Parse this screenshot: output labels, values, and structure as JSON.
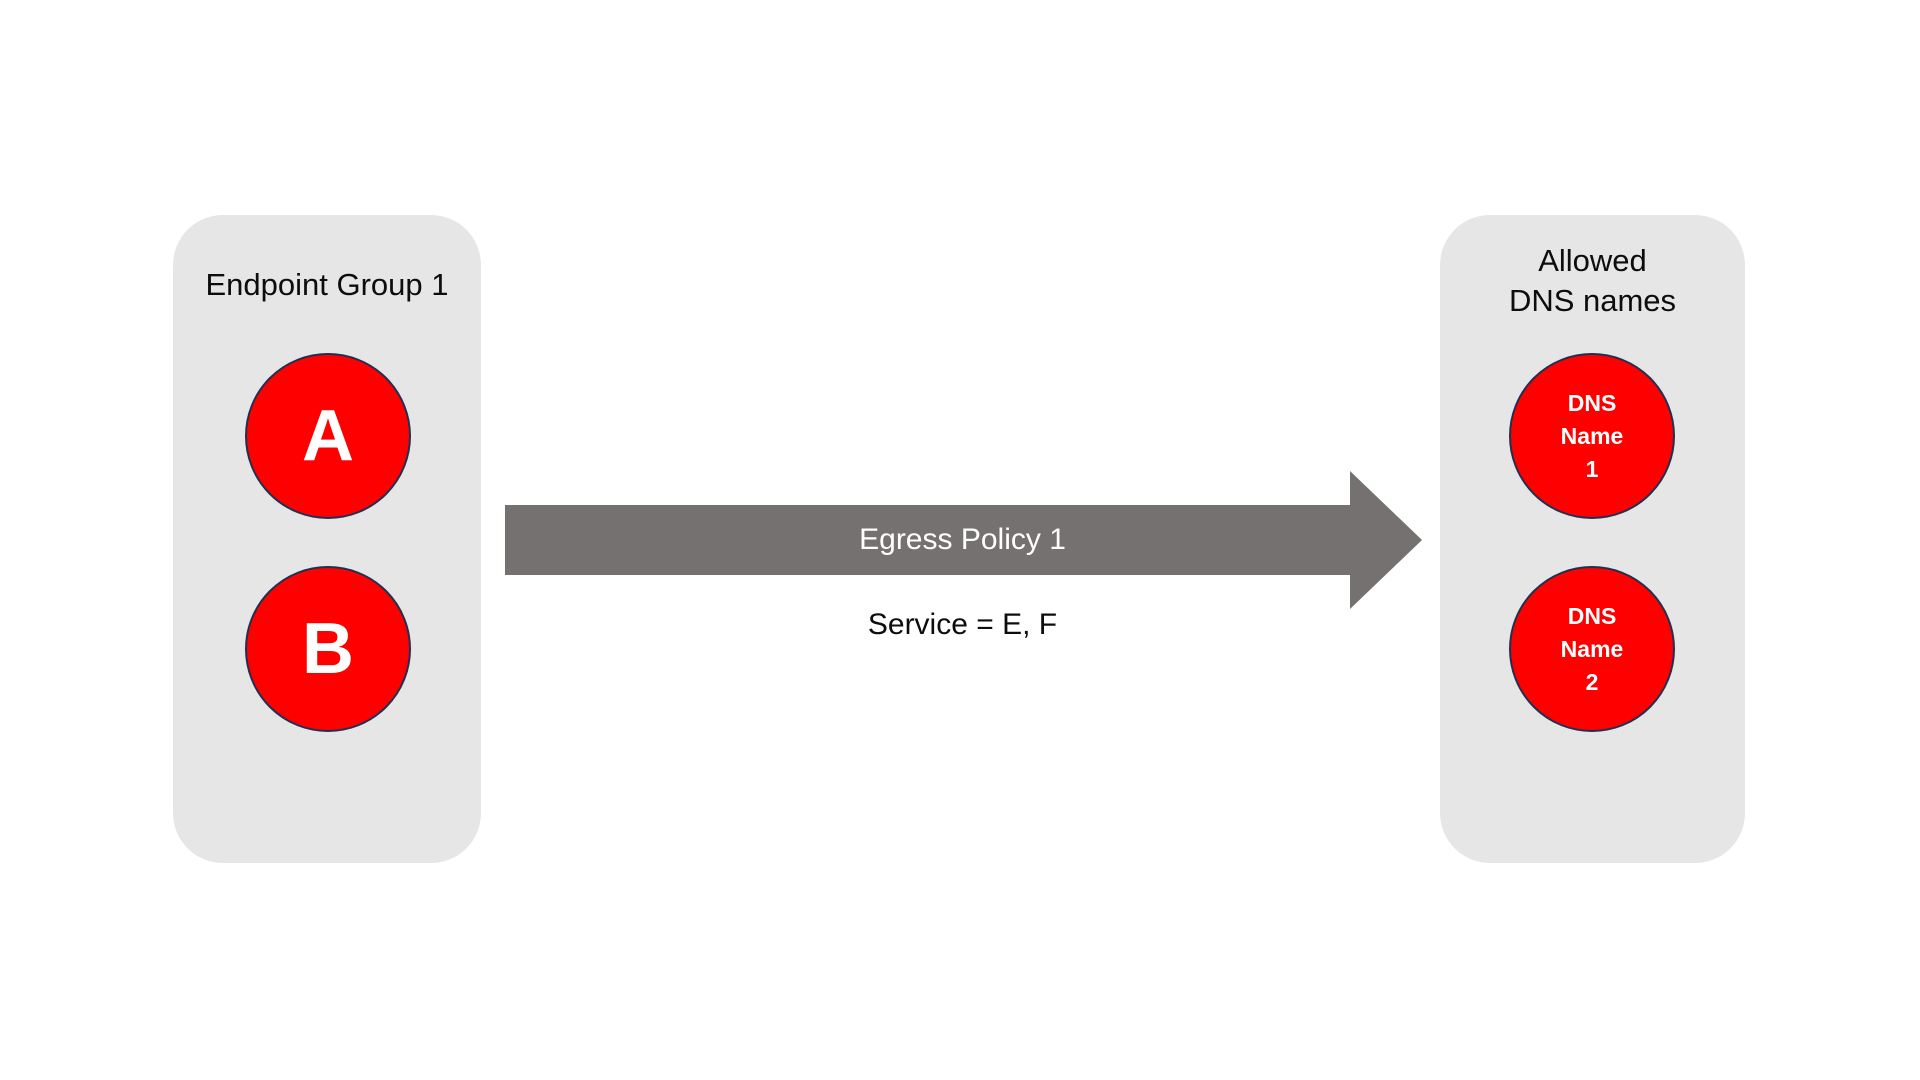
{
  "colors": {
    "background": "#ffffff",
    "panel_bg": "#e7e6e6",
    "node_fill": "#fe0000",
    "node_border": "#1f3050",
    "node_text": "#ffffff",
    "arrow": "#767171",
    "text": "#0d0d0d"
  },
  "left_panel": {
    "title": "Endpoint Group 1",
    "nodes": [
      {
        "label": "A"
      },
      {
        "label": "B"
      }
    ]
  },
  "arrow": {
    "label": "Egress Policy 1",
    "sublabel": "Service = E, F"
  },
  "right_panel": {
    "title_line1": "Allowed",
    "title_line2": "DNS names",
    "nodes": [
      {
        "lines": [
          "DNS",
          "Name",
          "1"
        ]
      },
      {
        "lines": [
          "DNS",
          "Name",
          "2"
        ]
      }
    ]
  }
}
